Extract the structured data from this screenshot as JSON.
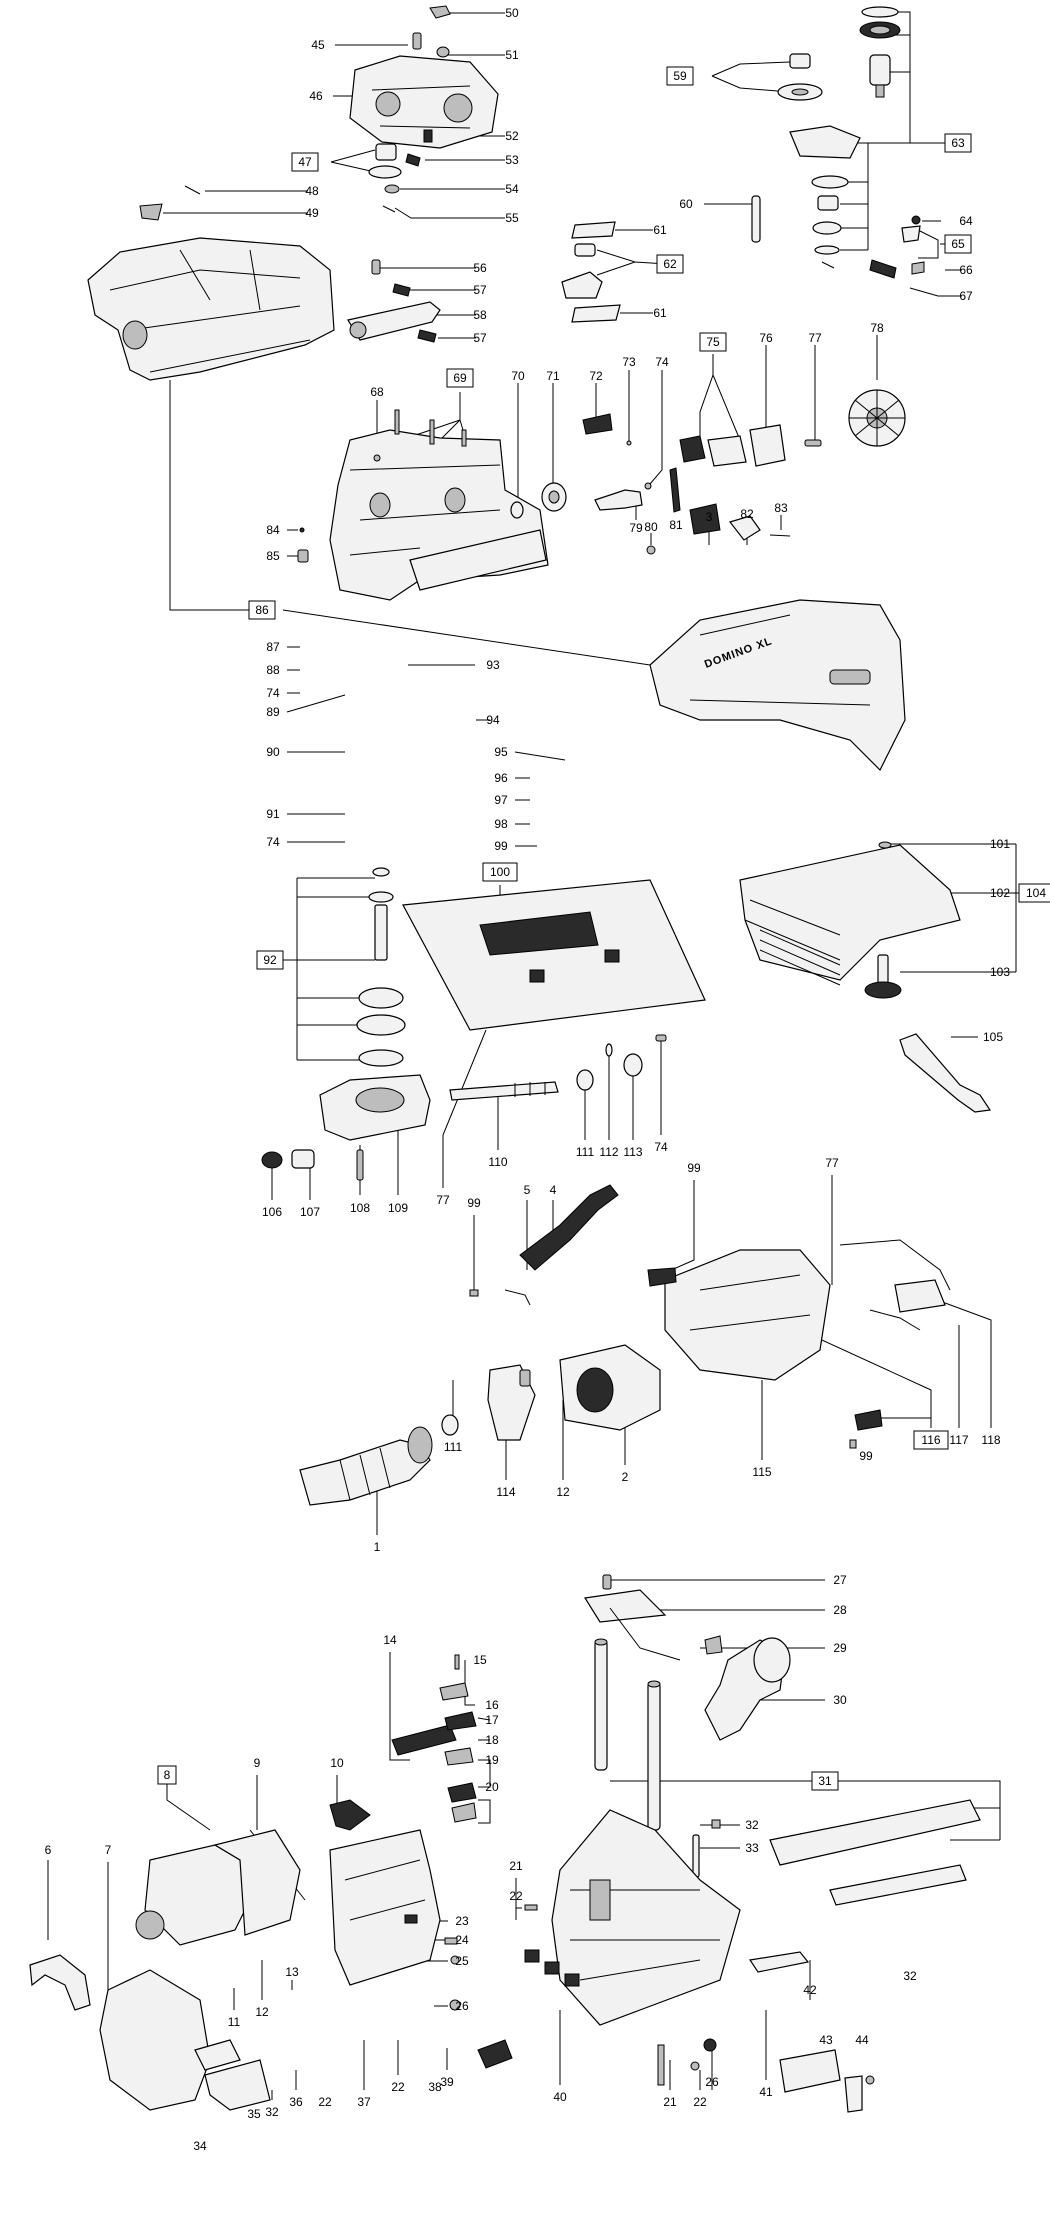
{
  "diagram": {
    "product_label": "DOMINO XL",
    "callouts": [
      {
        "id": "c50",
        "text": "50"
      },
      {
        "id": "c45",
        "text": "45"
      },
      {
        "id": "c51",
        "text": "51"
      },
      {
        "id": "c46",
        "text": "46"
      },
      {
        "id": "c52",
        "text": "52"
      },
      {
        "id": "c47",
        "text": "47",
        "boxed": true
      },
      {
        "id": "c53",
        "text": "53"
      },
      {
        "id": "c48",
        "text": "48"
      },
      {
        "id": "c54",
        "text": "54"
      },
      {
        "id": "c49",
        "text": "49"
      },
      {
        "id": "c55",
        "text": "55"
      },
      {
        "id": "c59",
        "text": "59",
        "boxed": true
      },
      {
        "id": "c63",
        "text": "63",
        "boxed": true
      },
      {
        "id": "c60",
        "text": "60"
      },
      {
        "id": "c61a",
        "text": "61"
      },
      {
        "id": "c62",
        "text": "62",
        "boxed": true
      },
      {
        "id": "c61b",
        "text": "61"
      },
      {
        "id": "c64",
        "text": "64"
      },
      {
        "id": "c65",
        "text": "65",
        "boxed": true
      },
      {
        "id": "c66",
        "text": "66"
      },
      {
        "id": "c67",
        "text": "67"
      },
      {
        "id": "c56",
        "text": "56"
      },
      {
        "id": "c57a",
        "text": "57"
      },
      {
        "id": "c58",
        "text": "58"
      },
      {
        "id": "c57b",
        "text": "57"
      },
      {
        "id": "c69",
        "text": "69",
        "boxed": true
      },
      {
        "id": "c68",
        "text": "68"
      },
      {
        "id": "c70",
        "text": "70"
      },
      {
        "id": "c71",
        "text": "71"
      },
      {
        "id": "c72",
        "text": "72"
      },
      {
        "id": "c73",
        "text": "73"
      },
      {
        "id": "c74a",
        "text": "74"
      },
      {
        "id": "c75",
        "text": "75",
        "boxed": true
      },
      {
        "id": "c76",
        "text": "76"
      },
      {
        "id": "c77a",
        "text": "77"
      },
      {
        "id": "c78",
        "text": "78"
      },
      {
        "id": "c79",
        "text": "79"
      },
      {
        "id": "c81",
        "text": "81"
      },
      {
        "id": "c3",
        "text": "3"
      },
      {
        "id": "c80",
        "text": "80"
      },
      {
        "id": "c82",
        "text": "82"
      },
      {
        "id": "c83",
        "text": "83"
      },
      {
        "id": "c84",
        "text": "84"
      },
      {
        "id": "c85",
        "text": "85"
      },
      {
        "id": "c86",
        "text": "86",
        "boxed": true
      },
      {
        "id": "c87",
        "text": "87"
      },
      {
        "id": "c88",
        "text": "88"
      },
      {
        "id": "c74b",
        "text": "74"
      },
      {
        "id": "c89",
        "text": "89"
      },
      {
        "id": "c93",
        "text": "93"
      },
      {
        "id": "c94",
        "text": "94"
      },
      {
        "id": "c90",
        "text": "90"
      },
      {
        "id": "c95",
        "text": "95"
      },
      {
        "id": "c96",
        "text": "96"
      },
      {
        "id": "c97",
        "text": "97"
      },
      {
        "id": "c98",
        "text": "98"
      },
      {
        "id": "c91",
        "text": "91"
      },
      {
        "id": "c74c",
        "text": "74"
      },
      {
        "id": "c99a",
        "text": "99"
      },
      {
        "id": "c100",
        "text": "100",
        "boxed": true
      },
      {
        "id": "c101",
        "text": "101"
      },
      {
        "id": "c102",
        "text": "102"
      },
      {
        "id": "c104",
        "text": "104",
        "boxed": true
      },
      {
        "id": "c103",
        "text": "103"
      },
      {
        "id": "c92",
        "text": "92",
        "boxed": true
      },
      {
        "id": "c105",
        "text": "105"
      },
      {
        "id": "c106",
        "text": "106"
      },
      {
        "id": "c107",
        "text": "107"
      },
      {
        "id": "c108",
        "text": "108"
      },
      {
        "id": "c109",
        "text": "109"
      },
      {
        "id": "c77b",
        "text": "77"
      },
      {
        "id": "c110",
        "text": "110"
      },
      {
        "id": "c5",
        "text": "5"
      },
      {
        "id": "c4",
        "text": "4"
      },
      {
        "id": "c111a",
        "text": "111"
      },
      {
        "id": "c112",
        "text": "112"
      },
      {
        "id": "c113",
        "text": "113"
      },
      {
        "id": "c74d",
        "text": "74"
      },
      {
        "id": "c99b",
        "text": "99"
      },
      {
        "id": "c77c",
        "text": "77"
      },
      {
        "id": "c99c",
        "text": "99"
      },
      {
        "id": "c111b",
        "text": "111"
      },
      {
        "id": "c114",
        "text": "114"
      },
      {
        "id": "c12a",
        "text": "12"
      },
      {
        "id": "c2",
        "text": "2"
      },
      {
        "id": "c115",
        "text": "115"
      },
      {
        "id": "c99d",
        "text": "99"
      },
      {
        "id": "c116",
        "text": "116",
        "boxed": true
      },
      {
        "id": "c117",
        "text": "117"
      },
      {
        "id": "c118",
        "text": "118"
      },
      {
        "id": "c1",
        "text": "1"
      },
      {
        "id": "c27",
        "text": "27"
      },
      {
        "id": "c28",
        "text": "28"
      },
      {
        "id": "c29",
        "text": "29"
      },
      {
        "id": "c30",
        "text": "30"
      },
      {
        "id": "c14",
        "text": "14"
      },
      {
        "id": "c15",
        "text": "15"
      },
      {
        "id": "c16",
        "text": "16"
      },
      {
        "id": "c17",
        "text": "17"
      },
      {
        "id": "c18",
        "text": "18"
      },
      {
        "id": "c19",
        "text": "19"
      },
      {
        "id": "c20",
        "text": "20"
      },
      {
        "id": "c31",
        "text": "31",
        "boxed": true
      },
      {
        "id": "c32a",
        "text": "32"
      },
      {
        "id": "c33",
        "text": "33"
      },
      {
        "id": "c10",
        "text": "10"
      },
      {
        "id": "c9",
        "text": "9"
      },
      {
        "id": "c8",
        "text": "8",
        "boxed": true
      },
      {
        "id": "c6",
        "text": "6"
      },
      {
        "id": "c7",
        "text": "7"
      },
      {
        "id": "c21a",
        "text": "21"
      },
      {
        "id": "c22a",
        "text": "22"
      },
      {
        "id": "c23",
        "text": "23"
      },
      {
        "id": "c24",
        "text": "24"
      },
      {
        "id": "c25",
        "text": "25"
      },
      {
        "id": "c26a",
        "text": "26"
      },
      {
        "id": "c12b",
        "text": "12"
      },
      {
        "id": "c11",
        "text": "11"
      },
      {
        "id": "c13",
        "text": "13"
      },
      {
        "id": "c36",
        "text": "36"
      },
      {
        "id": "c32b",
        "text": "32"
      },
      {
        "id": "c35",
        "text": "35"
      },
      {
        "id": "c34",
        "text": "34"
      },
      {
        "id": "c22b",
        "text": "22"
      },
      {
        "id": "c37",
        "text": "37"
      },
      {
        "id": "c22c",
        "text": "22"
      },
      {
        "id": "c38",
        "text": "38"
      },
      {
        "id": "c39",
        "text": "39"
      },
      {
        "id": "c40",
        "text": "40"
      },
      {
        "id": "c21b",
        "text": "21"
      },
      {
        "id": "c22d",
        "text": "22"
      },
      {
        "id": "c26b",
        "text": "26"
      },
      {
        "id": "c41",
        "text": "41"
      },
      {
        "id": "c42",
        "text": "42"
      },
      {
        "id": "c43",
        "text": "43"
      },
      {
        "id": "c44",
        "text": "44"
      },
      {
        "id": "c32c",
        "text": "32"
      }
    ]
  }
}
